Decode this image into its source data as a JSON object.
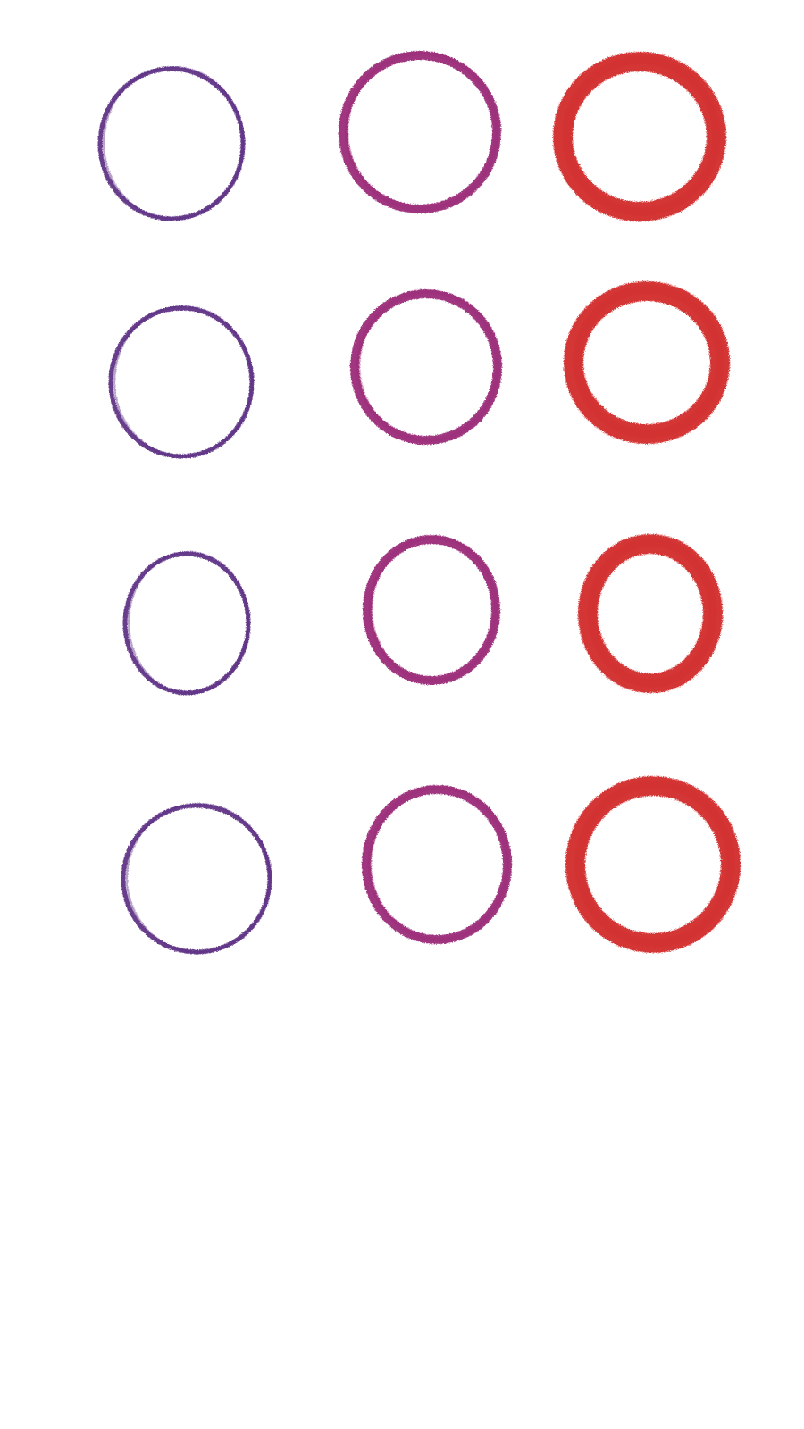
{
  "palette": {
    "background": "#ffffff",
    "purple": "#5a2d82",
    "magenta": "#9b2a78",
    "red": "#d32f2f"
  },
  "rows": [
    {
      "name": "row-1",
      "circles": [
        {
          "name": "circle-r1-c1",
          "color_key": "purple",
          "style": "thin-pencil"
        },
        {
          "name": "circle-r1-c2",
          "color_key": "magenta",
          "style": "medium-crayon"
        },
        {
          "name": "circle-r1-c3",
          "color_key": "red",
          "style": "thick-chalk"
        }
      ]
    },
    {
      "name": "row-2",
      "circles": [
        {
          "name": "circle-r2-c1",
          "color_key": "purple",
          "style": "thin-pencil"
        },
        {
          "name": "circle-r2-c2",
          "color_key": "magenta",
          "style": "medium-crayon"
        },
        {
          "name": "circle-r2-c3",
          "color_key": "red",
          "style": "thick-chalk"
        }
      ]
    },
    {
      "name": "row-3",
      "circles": [
        {
          "name": "circle-r3-c1",
          "color_key": "purple",
          "style": "thin-pencil"
        },
        {
          "name": "circle-r3-c2",
          "color_key": "magenta",
          "style": "medium-crayon"
        },
        {
          "name": "circle-r3-c3",
          "color_key": "red",
          "style": "thick-chalk"
        }
      ]
    },
    {
      "name": "row-4",
      "circles": [
        {
          "name": "circle-r4-c1",
          "color_key": "purple",
          "style": "thin-pencil"
        },
        {
          "name": "circle-r4-c2",
          "color_key": "magenta",
          "style": "medium-crayon"
        },
        {
          "name": "circle-r4-c3",
          "color_key": "red",
          "style": "thick-chalk"
        }
      ]
    }
  ]
}
